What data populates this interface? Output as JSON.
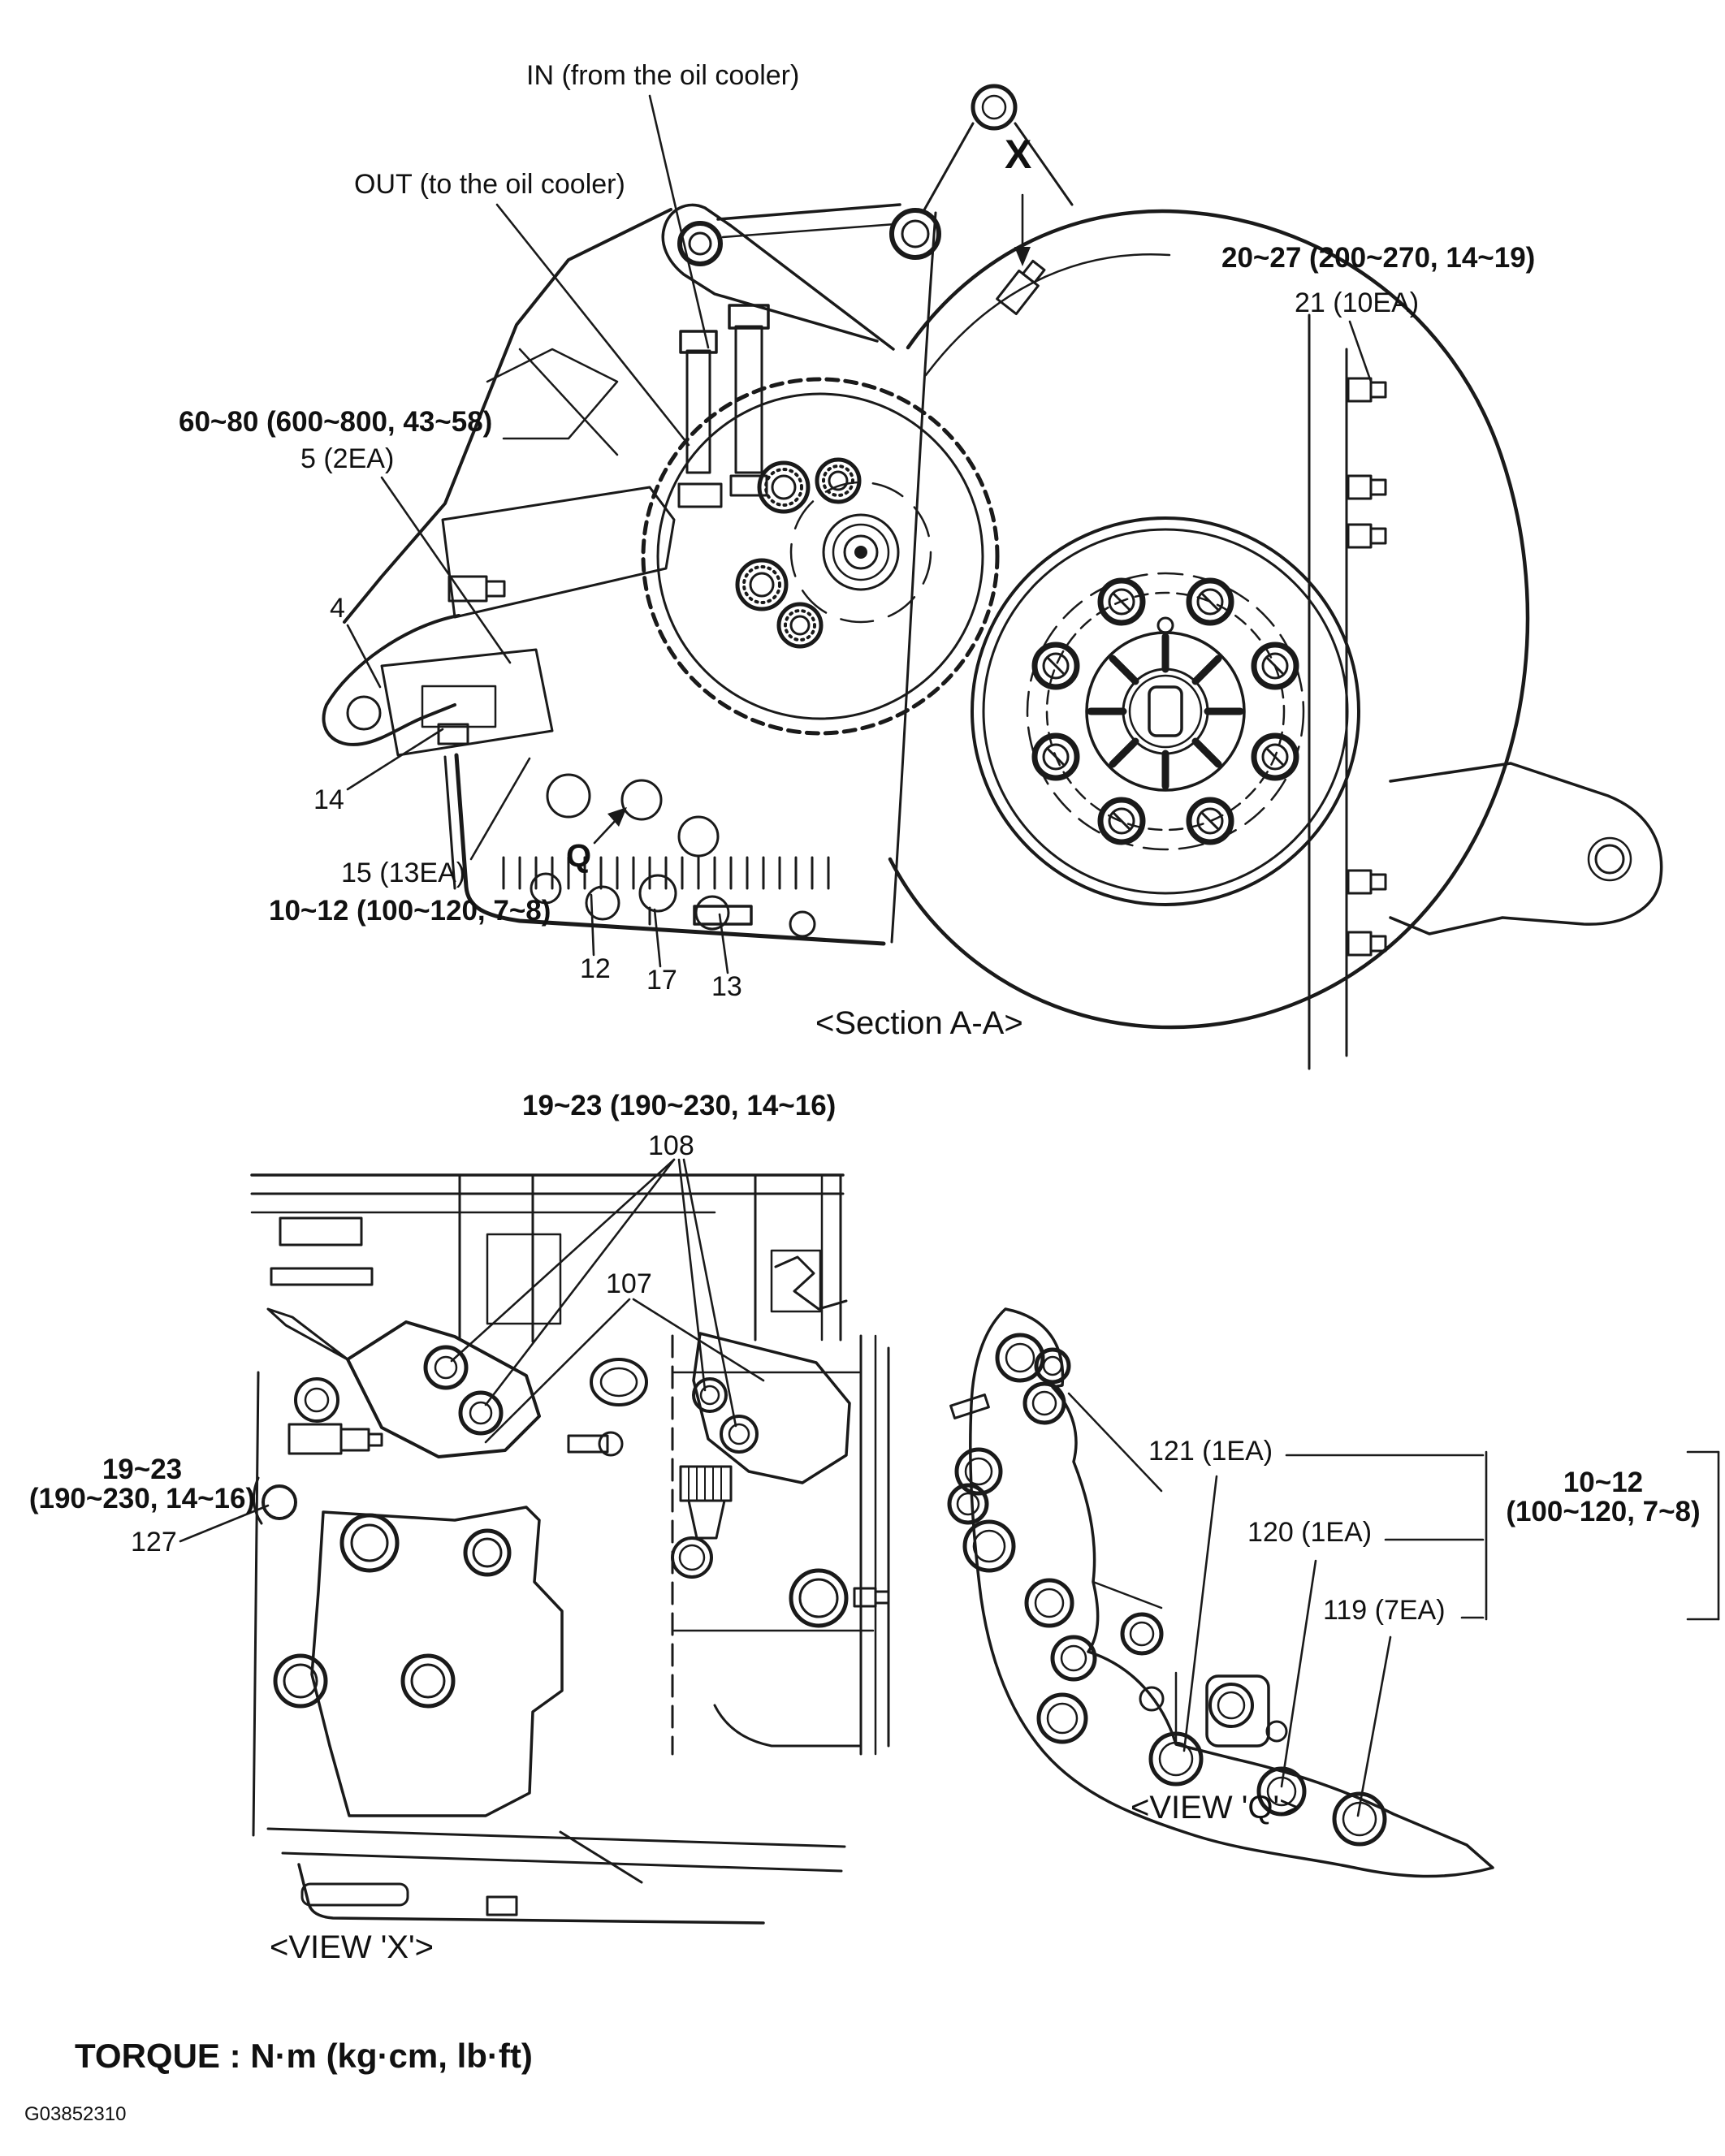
{
  "diagram": {
    "section_a_a": {
      "caption": "<Section A-A>",
      "labels": {
        "in_label": "IN (from the oil cooler)",
        "out_label": "OUT (to the oil cooler)",
        "view_x_marker": "X",
        "torque_20_27": "20~27 (200~270, 14~19)",
        "part_21": "21 (10EA)",
        "torque_60_80": "60~80 (600~800, 43~58)",
        "part_5": "5 (2EA)",
        "part_4": "4",
        "part_14": "14",
        "part_15": "15 (13EA)",
        "torque_10_12": "10~12 (100~120, 7~8)",
        "view_q_marker": "Q",
        "part_12": "12",
        "part_17": "17",
        "part_13": "13"
      }
    },
    "view_x": {
      "caption": "<VIEW 'X'>",
      "labels": {
        "torque_19_23_top": "19~23 (190~230, 14~16)",
        "part_108": "108",
        "part_107": "107",
        "torque_19_23_line1": "19~23",
        "torque_19_23_line2": "(190~230, 14~16)",
        "part_127": "127"
      }
    },
    "view_q": {
      "caption": "<VIEW 'Q'>",
      "labels": {
        "part_121": "121 (1EA)",
        "part_120": "120 (1EA)",
        "part_119": "119 (7EA)",
        "torque_10_12_line1": "10~12",
        "torque_10_12_line2": "(100~120, 7~8)"
      }
    },
    "footer": {
      "torque_units": "TORQUE : N·m (kg·cm, lb·ft)",
      "figure_code": "G03852310"
    },
    "colors": {
      "ink": "#1a1a1a",
      "background": "#ffffff"
    }
  }
}
